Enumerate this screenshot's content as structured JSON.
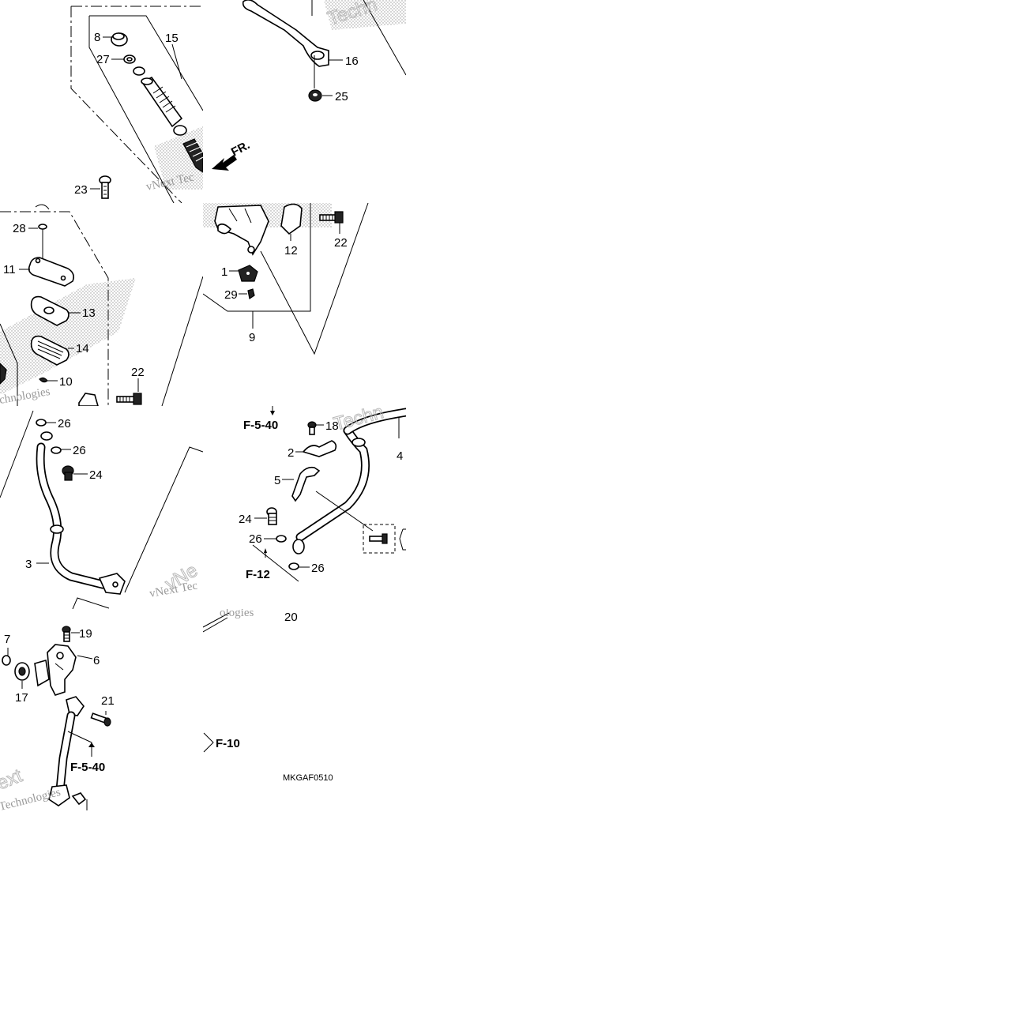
{
  "diagram": {
    "callouts": {
      "c8": "8",
      "c15": "15",
      "c27": "27",
      "c16": "16",
      "c25": "25",
      "c23": "23",
      "c28": "28",
      "c11": "11",
      "c13": "13",
      "c14": "14",
      "c10": "10",
      "c22a": "22",
      "c22b": "22",
      "c12": "12",
      "c1": "1",
      "c29": "29",
      "c9": "9",
      "c26a": "26",
      "c26b": "26",
      "c24a": "24",
      "c3": "3",
      "c18": "18",
      "c2": "2",
      "c5": "5",
      "c4": "4",
      "c24b": "24",
      "c26c": "26",
      "c26d": "26",
      "c20": "20",
      "c7": "7",
      "c19": "19",
      "c6": "6",
      "c17": "17",
      "c21": "21"
    },
    "refs": {
      "fr": "FR.",
      "f540a": "F-5-40",
      "f12": "F-12",
      "f540b": "F-5-40",
      "f10": "F-10"
    },
    "drawing_code": "MKGAF0510",
    "watermarks": {
      "w1": "vNext Tec",
      "w2": "Techn",
      "w3": "vNext Tec",
      "w4": "Techn",
      "w5": "ext",
      "w6": "Technologies",
      "w7": "vNe",
      "w8": "ologies",
      "w9": "chnologies"
    }
  }
}
